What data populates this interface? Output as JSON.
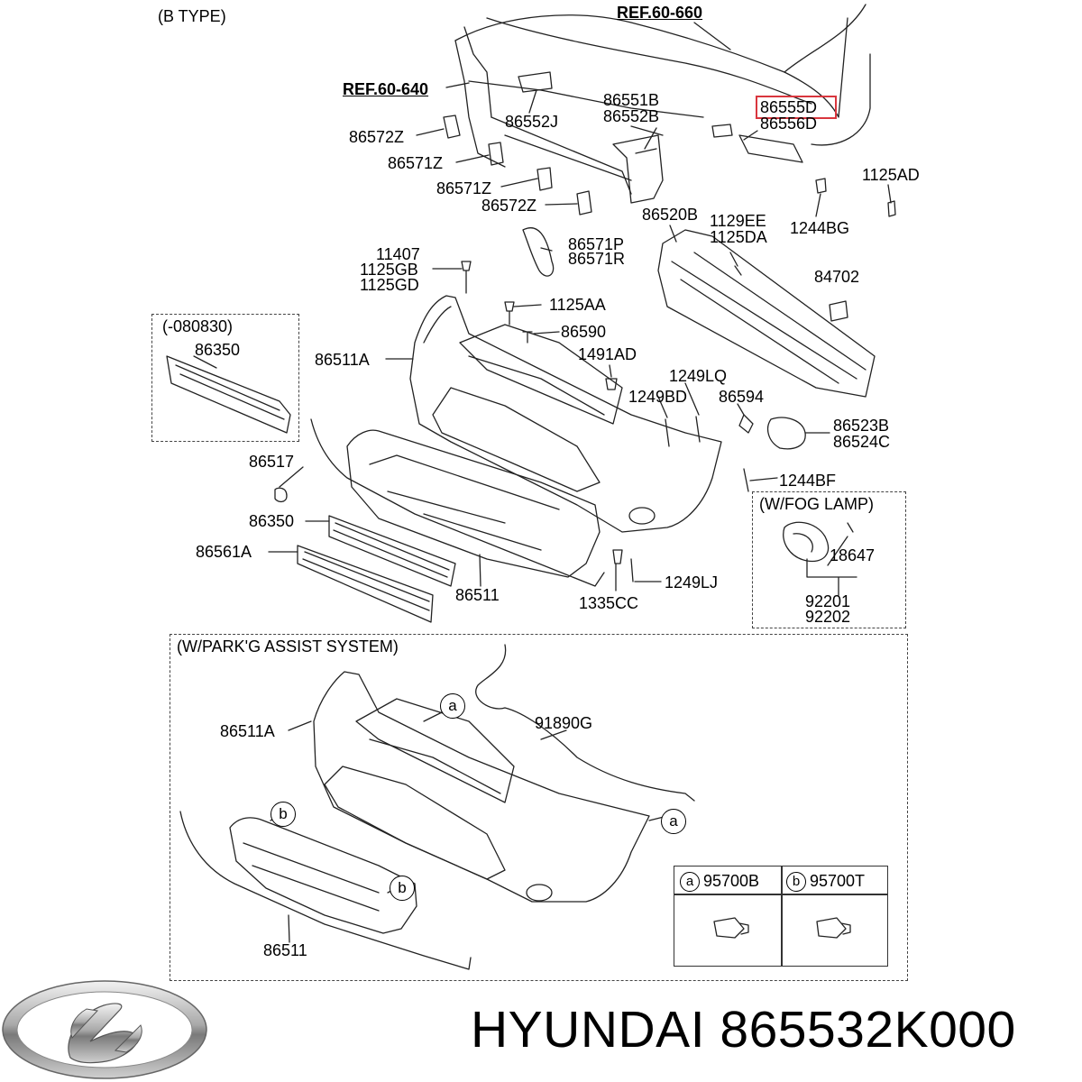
{
  "section_labels": {
    "b_type": "(B TYPE)",
    "date_code": "(-080830)",
    "fog_lamp": "(W/FOG LAMP)",
    "park_assist": "(W/PARK'G ASSIST SYSTEM)"
  },
  "refs": {
    "ref_660": "REF.60-660",
    "ref_640": "REF.60-640"
  },
  "parts": {
    "p86551B": "86551B",
    "p86552B": "86552B",
    "p86555D": "86555D",
    "p86556D": "86556D",
    "p86552J": "86552J",
    "p86572Z_a": "86572Z",
    "p86571Z_a": "86571Z",
    "p86571Z_b": "86571Z",
    "p86572Z_b": "86572Z",
    "p1125AD": "1125AD",
    "p1244BG": "1244BG",
    "p86520B": "86520B",
    "p1129EE": "1129EE",
    "p1125DA": "1125DA",
    "p86571P": "86571P",
    "p86571R": "86571R",
    "p11407": "11407",
    "p1125GB": "1125GB",
    "p1125GD": "1125GD",
    "p84702": "84702",
    "p1125AA": "1125AA",
    "p86590": "86590",
    "p86350_top": "86350",
    "p86511A_top": "86511A",
    "p1491AD": "1491AD",
    "p1249LQ": "1249LQ",
    "p1249BD": "1249BD",
    "p86594": "86594",
    "p86523B": "86523B",
    "p86524C": "86524C",
    "p86517": "86517",
    "p1244BF": "1244BF",
    "p86350_mid": "86350",
    "p18647": "18647",
    "p86561A": "86561A",
    "p86511_mid": "86511",
    "p1335CC": "1335CC",
    "p1249LJ": "1249LJ",
    "p92201": "92201",
    "p92202": "92202",
    "p86511A_bot": "86511A",
    "p91890G": "91890G",
    "p86511_bot": "86511"
  },
  "callouts": {
    "a": "a",
    "b": "b"
  },
  "legend": {
    "a_letter": "a",
    "a_part": "95700B",
    "b_letter": "b",
    "b_part": "95700T"
  },
  "footer": {
    "brand": "HYUNDAI",
    "part_number": "865532K000"
  },
  "colors": {
    "highlight": "#d9363e",
    "line": "#222222"
  }
}
